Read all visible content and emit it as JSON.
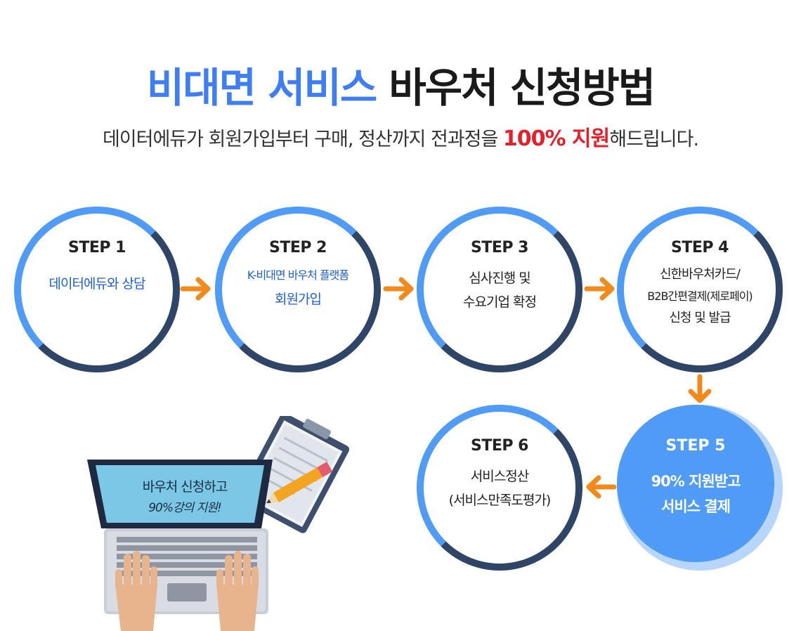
{
  "header": {
    "title_highlight": "비대면 서비스",
    "title_rest": " 바우처 신청방법",
    "subtitle_before": "데이터에듀가 회원가입부터 구매, 정산까지 전과정을 ",
    "subtitle_highlight": "100% 지원",
    "subtitle_after": "해드립니다."
  },
  "steps": [
    {
      "label": "STEP 1",
      "lines": [
        "데이터에듀와 상담"
      ]
    },
    {
      "label": "STEP 2",
      "lines": [
        "K-비대면 바우처 플랫폼",
        "회원가입"
      ]
    },
    {
      "label": "STEP 3",
      "lines": [
        "심사진행 및",
        "수요기업 확정"
      ]
    },
    {
      "label": "STEP 4",
      "lines": [
        "신한바우처카드/",
        "B2B간편결제(제로페이)",
        "신청 및 발급"
      ]
    },
    {
      "label": "STEP 5",
      "lines": [
        "90% 지원받고",
        "서비스 결제"
      ]
    },
    {
      "label": "STEP 6",
      "lines": [
        "서비스정산",
        "(서비스만족도평가)"
      ]
    }
  ],
  "illustration": {
    "screen_line1": "바우처 신청하고",
    "screen_line2": "90%강의 지원!"
  },
  "colors": {
    "title_blue": "#3f7df2",
    "highlight_red": "#e5202b",
    "circle_dark": "#2e4567",
    "circle_light": "#4f9bf5",
    "arrow_orange": "#f08a1c"
  }
}
